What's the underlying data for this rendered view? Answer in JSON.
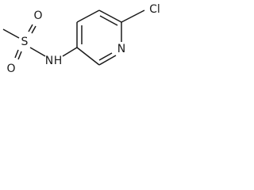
{
  "atoms": {
    "methyl_c": "",
    "sulfur": "S",
    "oxygen_top": "O",
    "oxygen_bottom": "O",
    "nitrogen_amide": "N",
    "hydrogen_amide": "H",
    "nitrogen_ring": "N",
    "chlorine": "Cl"
  }
}
